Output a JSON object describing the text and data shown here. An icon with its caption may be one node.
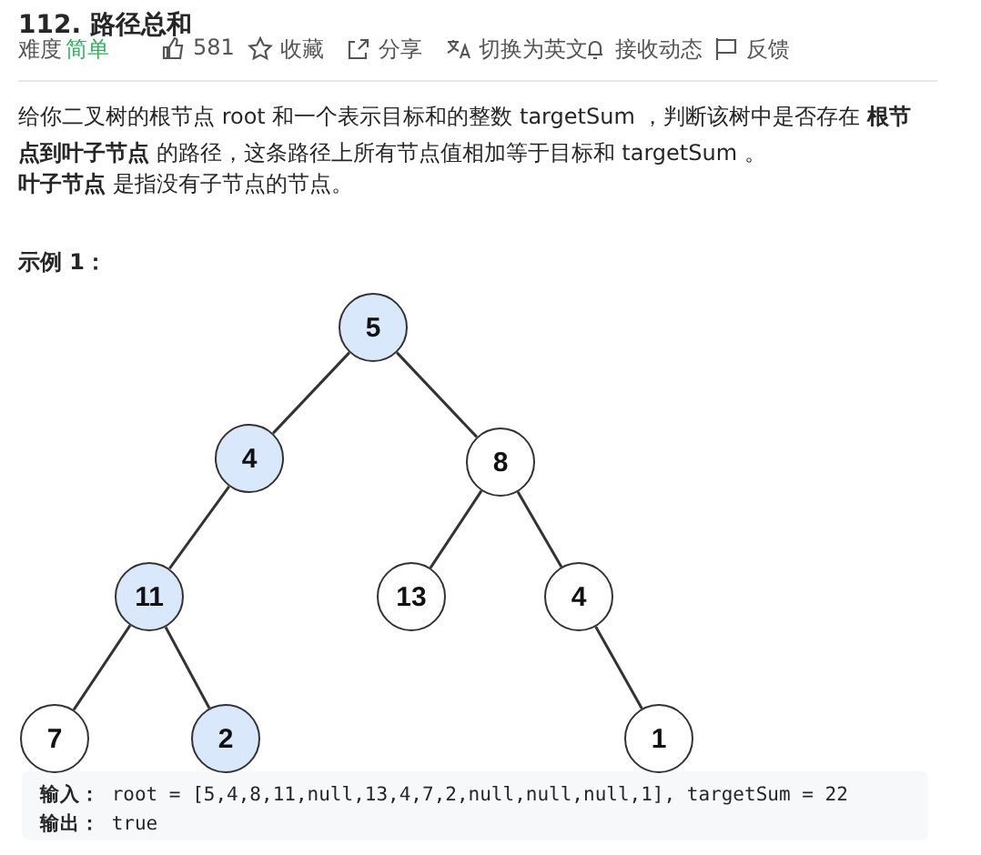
{
  "diagram": {
    "title": "112. 路径总和",
    "nodes": [
      {
        "text": [
          "5"
        ]
      },
      {
        "text": [
          "4"
        ]
      },
      {
        "text": [
          "8"
        ]
      },
      {
        "text": [
          "11"
        ]
      },
      {
        "text": [
          "13"
        ]
      },
      {
        "text": [
          "4"
        ]
      },
      {
        "text": [
          "7"
        ]
      },
      {
        "text": [
          "2"
        ]
      },
      {
        "text": [
          "1"
        ]
      }
    ],
    "edges": [
      {
        "from": 0,
        "to": 1,
        "arrow": "none"
      },
      {
        "from": 0,
        "to": 2,
        "arrow": "none"
      },
      {
        "from": 1,
        "to": 3,
        "arrow": "none"
      },
      {
        "from": 2,
        "to": 4,
        "arrow": "none"
      },
      {
        "from": 2,
        "to": 5,
        "arrow": "none"
      },
      {
        "from": 3,
        "to": 6,
        "arrow": "none"
      },
      {
        "from": 3,
        "to": 7,
        "arrow": "none"
      },
      {
        "from": 5,
        "to": 8,
        "arrow": "none"
      }
    ],
    "labels": [
      "难度",
      "简单",
      "581",
      "收藏",
      "分享",
      "切换为英文",
      "接收动态",
      "反馈",
      "给你二叉树的根节点 root 和一个表示目标和的整数 targetSum ，判断该树中是否存在 **根节点到叶子节点** 的路径，这条路径上所有节点值相加等于目标和 targetSum 。",
      "**叶子节点** 是指没有子节点的节点。",
      "示例 1：",
      "**输入：** root = [5,4,8,11,null,13,4,7,2,null,null,null,1], targetSum = 22",
      "**输出：** true"
    ]
  }
}
